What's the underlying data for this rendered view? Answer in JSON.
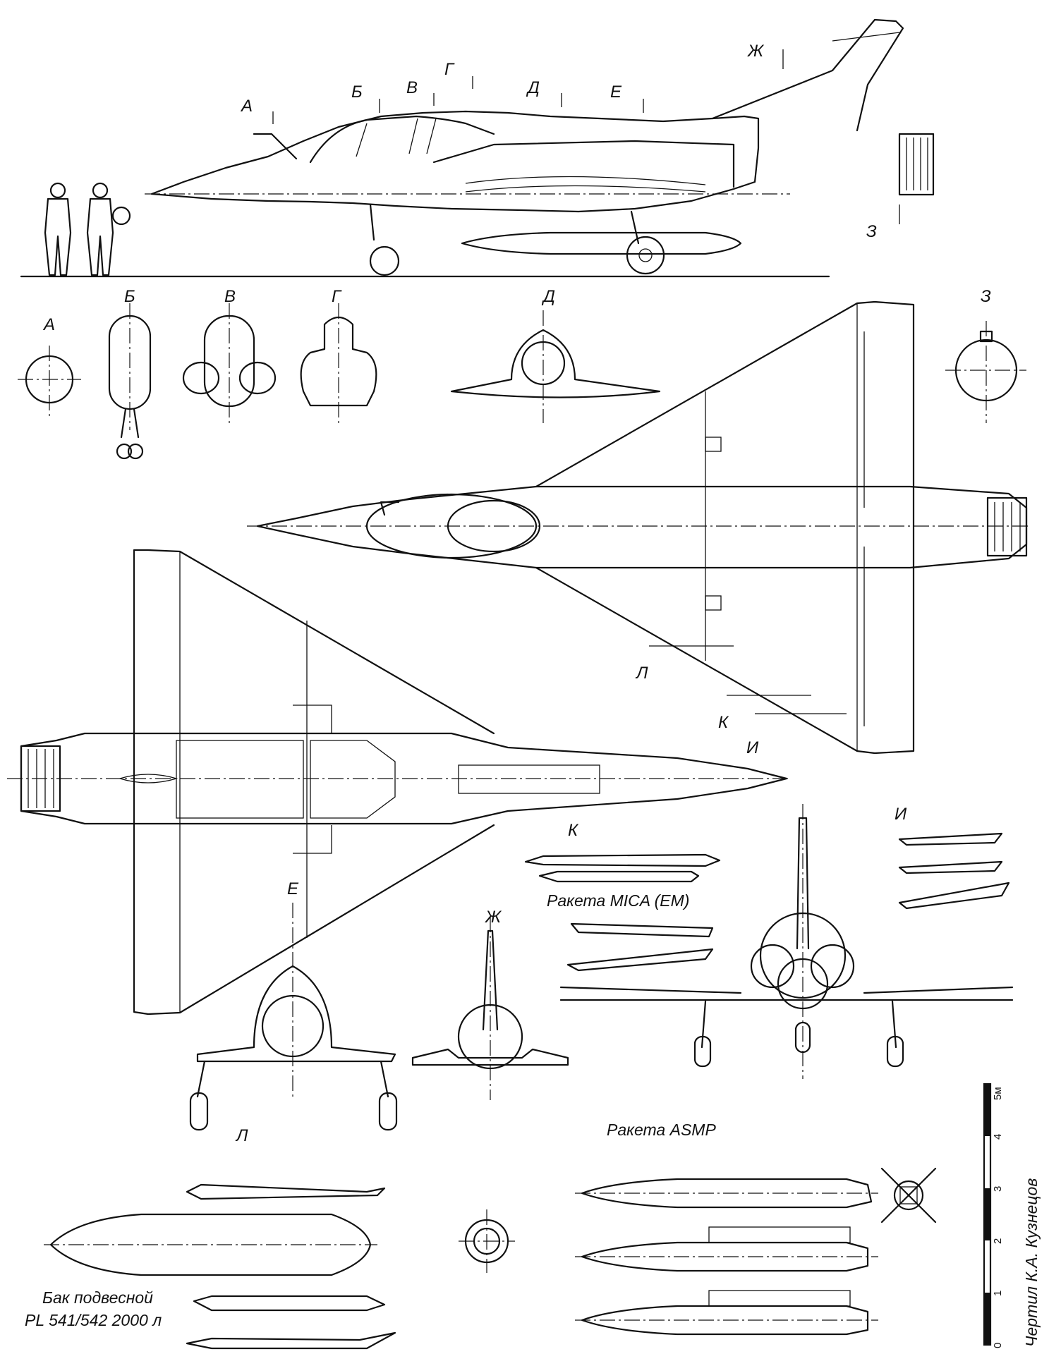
{
  "section_labels": {
    "a": "А",
    "b": "Б",
    "v": "В",
    "g": "Г",
    "d": "Д",
    "e": "Е",
    "zh": "Ж",
    "z": "З",
    "i": "И",
    "k": "К",
    "l": "Л"
  },
  "captions": {
    "mica": "Ракета MICA (EM)",
    "asmp": "Ракета ASMP",
    "tank_line1": "Бак подвесной",
    "tank_line2": "PL 541/542 2000 л",
    "author": "Чертил К.А. Кузнецов"
  },
  "scale_bar": {
    "ticks": [
      "0",
      "1",
      "2",
      "3",
      "4",
      "5м"
    ]
  }
}
